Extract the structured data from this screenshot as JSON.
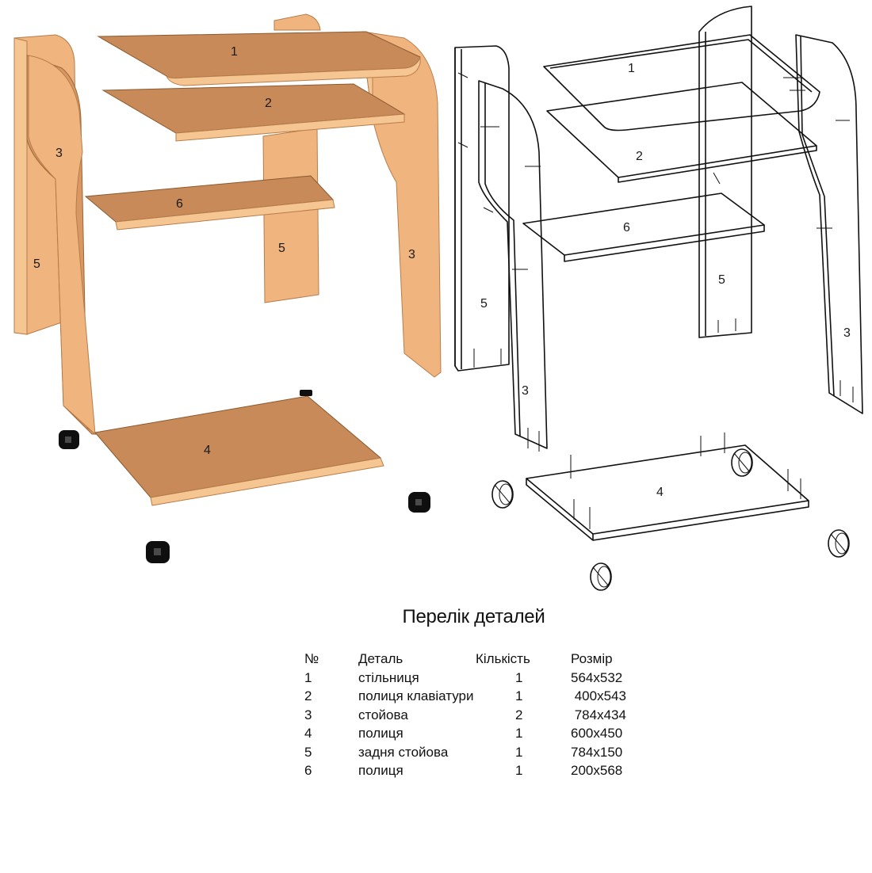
{
  "diagram": {
    "part_labels": {
      "p1": "1",
      "p2": "2",
      "p3": "3",
      "p4": "4",
      "p5": "5",
      "p6": "6"
    },
    "colors": {
      "wood_top": "#c88a58",
      "wood_side": "#f0b47e",
      "caster": "#0f0f0f",
      "wireframe": "#111111"
    }
  },
  "parts_list": {
    "title": "Перелік деталей",
    "headers": {
      "no": "№",
      "name": "Деталь",
      "qty": "Кількість",
      "size": "Розмір"
    },
    "rows": [
      {
        "no": "1",
        "name": "стільниця",
        "qty": "1",
        "size": "564x532"
      },
      {
        "no": "2",
        "name": "полиця клавіатури",
        "qty": "1",
        "size": " 400x543"
      },
      {
        "no": "3",
        "name": "стойова",
        "qty": "2",
        "size": " 784x434"
      },
      {
        "no": "4",
        "name": "полиця",
        "qty": "1",
        "size": "600x450"
      },
      {
        "no": "5",
        "name": "задня стойова",
        "qty": "1",
        "size": "784x150"
      },
      {
        "no": "6",
        "name": "полиця",
        "qty": "1",
        "size": "200x568"
      }
    ]
  }
}
